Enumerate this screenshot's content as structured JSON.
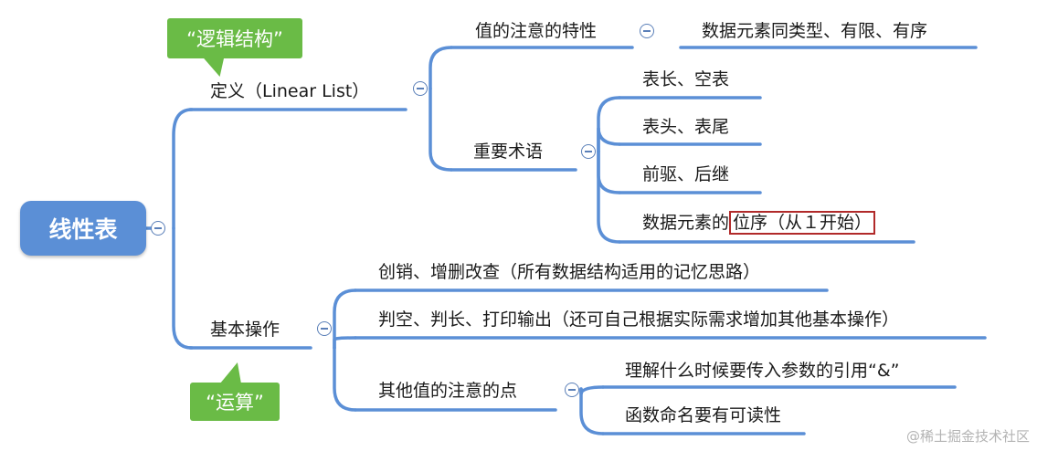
{
  "root": {
    "label": "线性表"
  },
  "callouts": {
    "logic": "“逻辑结构”",
    "ops": "“运算”"
  },
  "definition": {
    "label": "定义（Linear List）",
    "notice": {
      "label": "值的注意的特性",
      "value": "数据元素同类型、有限、有序"
    },
    "terms": {
      "label": "重要术语",
      "items": [
        "表长、空表",
        "表头、表尾",
        "前驱、后继"
      ],
      "last_prefix": "数据元素的",
      "last_highlight": "位序（从１开始）"
    }
  },
  "operations": {
    "label": "基本操作",
    "items": [
      "创销、增删改查（所有数据结构适用的记忆思路）",
      "判空、判长、打印输出（还可自己根据实际需求增加其他基本操作）"
    ],
    "notes": {
      "label": "其他值的注意的点",
      "items": [
        "理解什么时候要传入参数的引用“&”",
        "函数命名要有可读性"
      ]
    }
  },
  "watermark": "@稀土掘金技术社区",
  "colors": {
    "root_fill": "#5b8fd6",
    "branch_line": "#5b8fd6",
    "callout": "#6abb46",
    "highlight_border": "#b12a2a"
  }
}
